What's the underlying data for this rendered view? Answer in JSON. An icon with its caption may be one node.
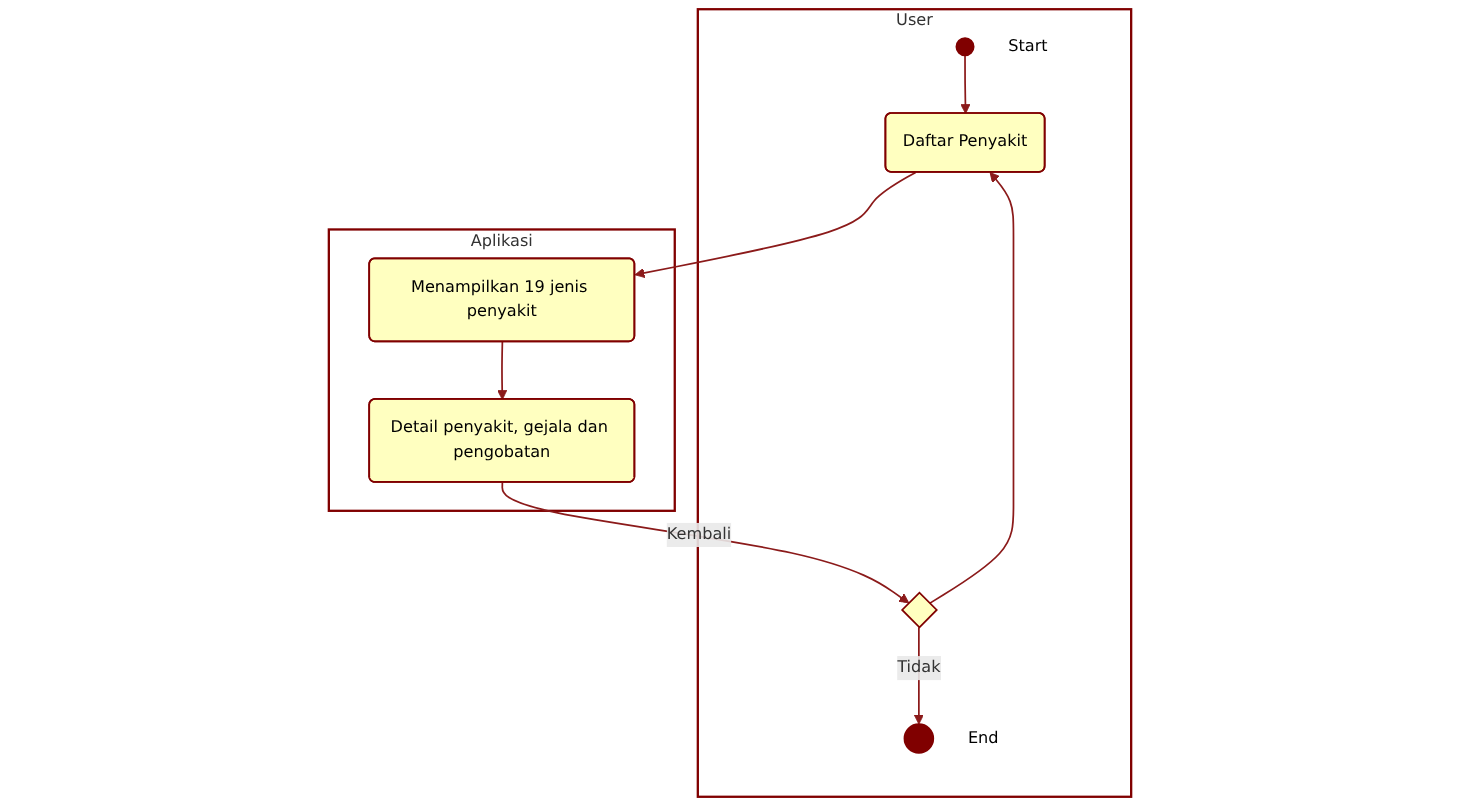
{
  "diagram": {
    "nodes": [
      {
        "text": [
          "User"
        ]
      },
      {
        "text": [
          "Aplikasi"
        ]
      },
      {
        "text": [],
        "shape": "circle",
        "in": 0,
        "beside": [
          "Start"
        ]
      },
      {
        "text": [
          "Daftar Penyakit"
        ],
        "in": 0
      },
      {
        "text": [],
        "shape": "diamond",
        "in": 0
      },
      {
        "text": [],
        "shape": "bullseye",
        "in": 0,
        "beside": [
          "End"
        ]
      },
      {
        "text": [
          "Menampilkan 19 jenis penyakit"
        ],
        "in": 1
      },
      {
        "text": [
          "Detail penyakit, gejala dan pengobatan"
        ],
        "in": 1
      }
    ],
    "edges": [
      {
        "from": 2,
        "to": 3,
        "arrow": "to"
      },
      {
        "from": 3,
        "to": 6,
        "arrow": "to"
      },
      {
        "from": 6,
        "to": 7,
        "arrow": "to"
      },
      {
        "from": 7,
        "to": 4,
        "arrow": "to",
        "label": "Kembali"
      },
      {
        "from": 4,
        "to": 3,
        "arrow": "to"
      },
      {
        "from": 4,
        "to": 5,
        "arrow": "to",
        "label": "Tidak"
      }
    ]
  }
}
